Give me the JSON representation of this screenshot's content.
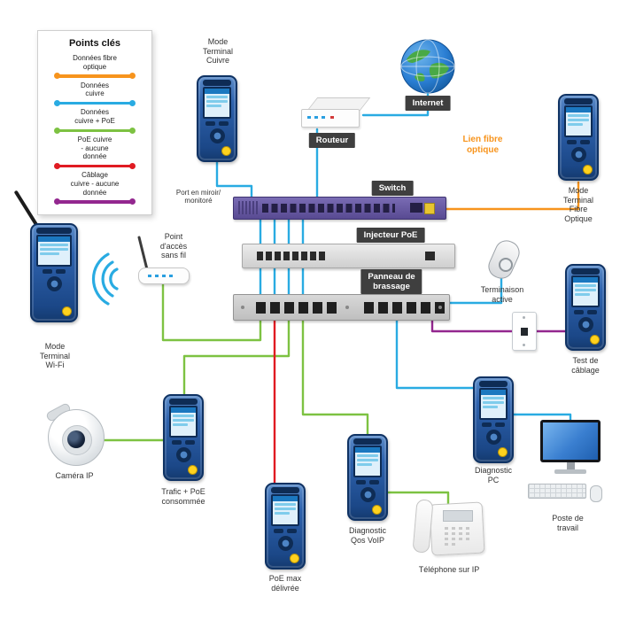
{
  "legend": {
    "title": "Points clés",
    "items": [
      {
        "label": "Données fibre\noptique",
        "color": "#f7941d"
      },
      {
        "label": "Données\ncuivre",
        "color": "#29abe2"
      },
      {
        "label": "Données\ncuivre + PoE",
        "color": "#7dc242"
      },
      {
        "label": "PoE cuivre\n- aucune\ndonnée",
        "color": "#e01b22"
      },
      {
        "label": "Câblage\ncuivre - aucune\ndonnée",
        "color": "#93278f"
      }
    ]
  },
  "colors": {
    "fiber": "#f7941d",
    "copper": "#29abe2",
    "copper_poe": "#7dc242",
    "poe_only": "#e01b22",
    "cabling": "#93278f"
  },
  "nodes": {
    "terminal_cuivre": {
      "label": "Mode\nTerminal\nCuivre"
    },
    "port_miroir": {
      "label": "Port en miroir/\nmonitoré"
    },
    "routeur": {
      "label": "Routeur"
    },
    "internet": {
      "label": "Internet"
    },
    "lien_fibre": {
      "label": "Lien fibre\noptique"
    },
    "terminal_fibre": {
      "label": "Mode\nTerminal\nFibre\nOptique"
    },
    "switch": {
      "label": "Switch"
    },
    "injecteur": {
      "label": "Injecteur PoE"
    },
    "panneau": {
      "label": "Panneau de\nbrassage"
    },
    "point_acces": {
      "label": "Point\nd'accès\nsans fil"
    },
    "terminal_wifi": {
      "label": "Mode\nTerminal\nWi-Fi"
    },
    "terminaison": {
      "label": "Terminaison\nactive"
    },
    "test_cablage": {
      "label": "Test de\ncâblage"
    },
    "camera": {
      "label": "Caméra IP"
    },
    "trafic": {
      "label": "Trafic + PoE\nconsommée"
    },
    "poe_max": {
      "label": "PoE max\ndélivrée"
    },
    "qos": {
      "label": "Diagnostic\nQos VoIP"
    },
    "telephone": {
      "label": "Téléphone sur IP"
    },
    "diag_pc": {
      "label": "Diagnostic\nPC"
    },
    "poste": {
      "label": "Poste de travail"
    }
  }
}
